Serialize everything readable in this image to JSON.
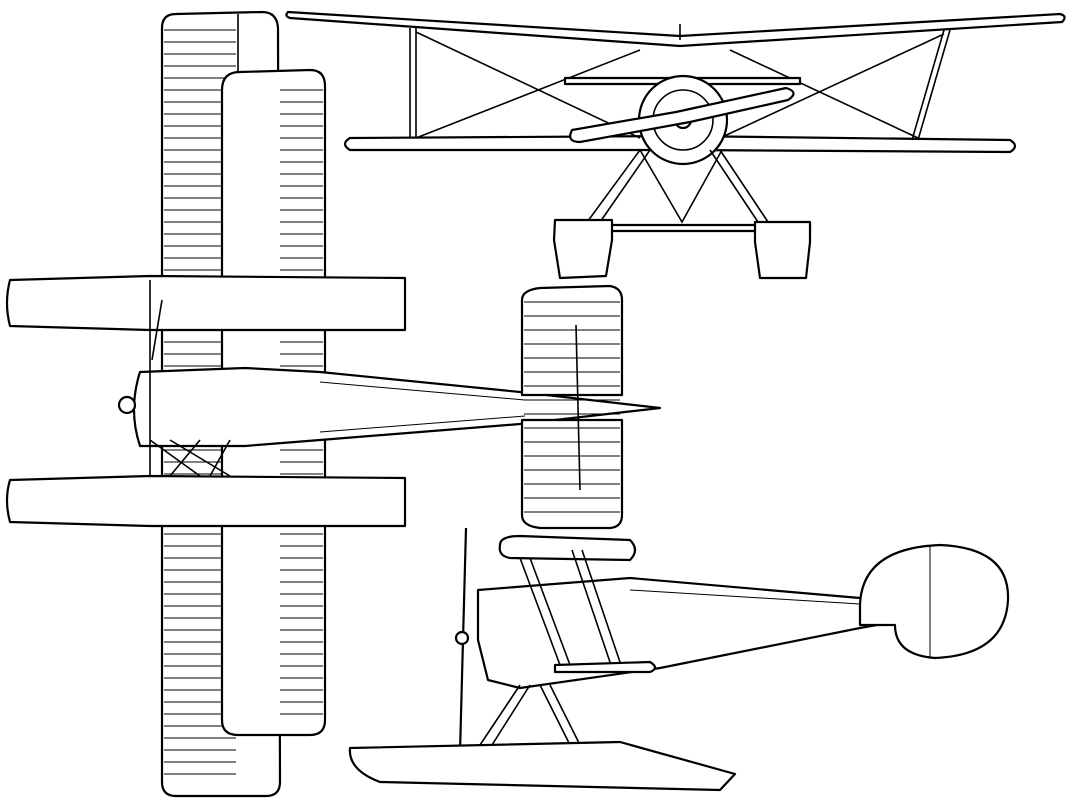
{
  "colors": {
    "line": "#000000",
    "background": "#ffffff"
  },
  "views": [
    "plan-view",
    "front-view",
    "side-view"
  ]
}
